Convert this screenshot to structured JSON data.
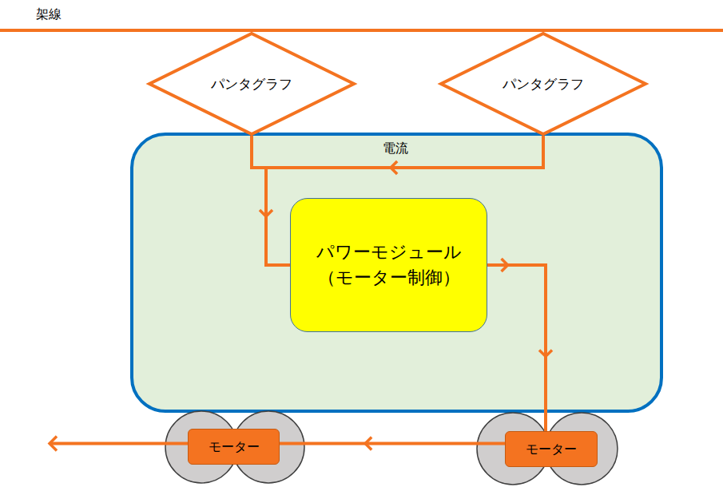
{
  "diagram": {
    "nodes": [
      {
        "text": [
          "パンタグラフ"
        ]
      },
      {
        "text": [
          "パンタグラフ"
        ]
      },
      {
        "text": [
          "パワーモジュール （モーター制御）"
        ]
      },
      {
        "text": [
          "モーター"
        ]
      },
      {
        "text": [
          "モーター"
        ]
      }
    ],
    "edges": [
      {
        "from": 1,
        "to": 2,
        "arrow": "to"
      },
      {
        "from": 0,
        "to": 2,
        "arrow": "to"
      },
      {
        "from": 2,
        "to": 4,
        "arrow": "to"
      },
      {
        "from": 4,
        "to": 3,
        "arrow": "to"
      }
    ],
    "labels": [
      "架線",
      "電流"
    ]
  }
}
